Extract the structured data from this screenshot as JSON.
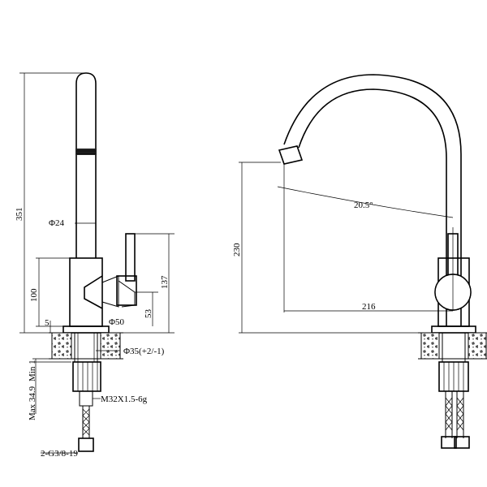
{
  "dimensions": {
    "height_351": "351",
    "dia_24": "Φ24",
    "height_100": "100",
    "dim_137": "137",
    "dim_53": "53",
    "dia_50": "Φ50",
    "dim_5": "5",
    "dia_35": "Φ35(+2/-1)",
    "min_1": "Min 1",
    "max_34_9": "Max 34.9",
    "thread_m32": "M32X1.5-6g",
    "hose_g38": "2-G3/8-19",
    "height_230": "230",
    "angle_20_5": "20.5°",
    "reach_216": "216"
  },
  "colors": {
    "line": "#000000",
    "background": "#ffffff"
  }
}
